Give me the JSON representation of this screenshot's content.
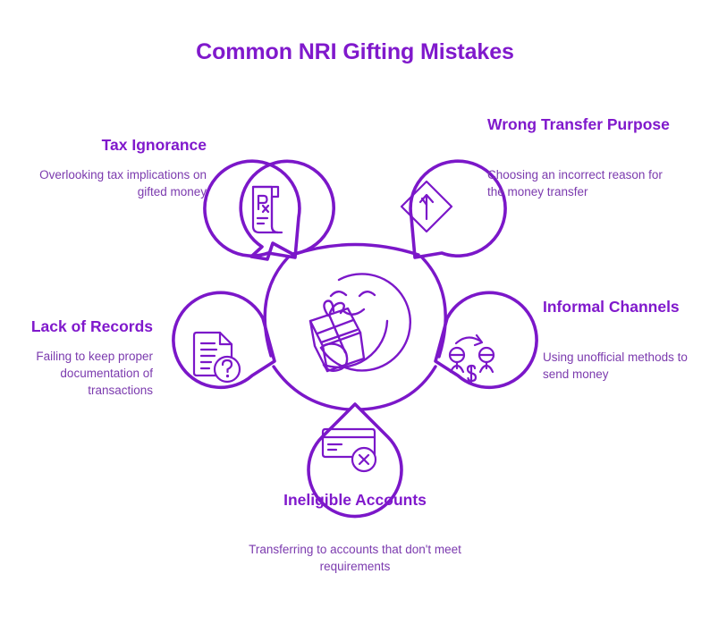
{
  "title": "Common NRI Gifting Mistakes",
  "theme": {
    "accent": "#8019CC",
    "stroke": "#7B17C9",
    "body_text": "#7B3AAE",
    "background": "#FFFFFF"
  },
  "center": {
    "icon": "smiling-face-with-gift-icon"
  },
  "nodes": [
    {
      "id": "tax-ignorance",
      "label": "Tax Ignorance",
      "description": "Overlooking tax implications on gifted money",
      "icon": "tax-document-rx-icon",
      "position": "top-left"
    },
    {
      "id": "wrong-transfer-purpose",
      "label": "Wrong Transfer Purpose",
      "description": "Choosing an incorrect reason for the money transfer",
      "icon": "diamond-sign-up-arrow-icon",
      "position": "top-right"
    },
    {
      "id": "informal-channels",
      "label": "Informal Channels",
      "description": "Using unofficial methods to send money",
      "icon": "two-people-money-exchange-icon",
      "position": "right"
    },
    {
      "id": "ineligible-accounts",
      "label": "Ineligible Accounts",
      "description": "Transferring to accounts that don't meet requirements",
      "icon": "credit-card-blocked-icon",
      "position": "bottom"
    },
    {
      "id": "lack-of-records",
      "label": "Lack of Records",
      "description": "Failing to keep proper documentation of transactions",
      "icon": "document-question-mark-icon",
      "position": "left"
    }
  ]
}
